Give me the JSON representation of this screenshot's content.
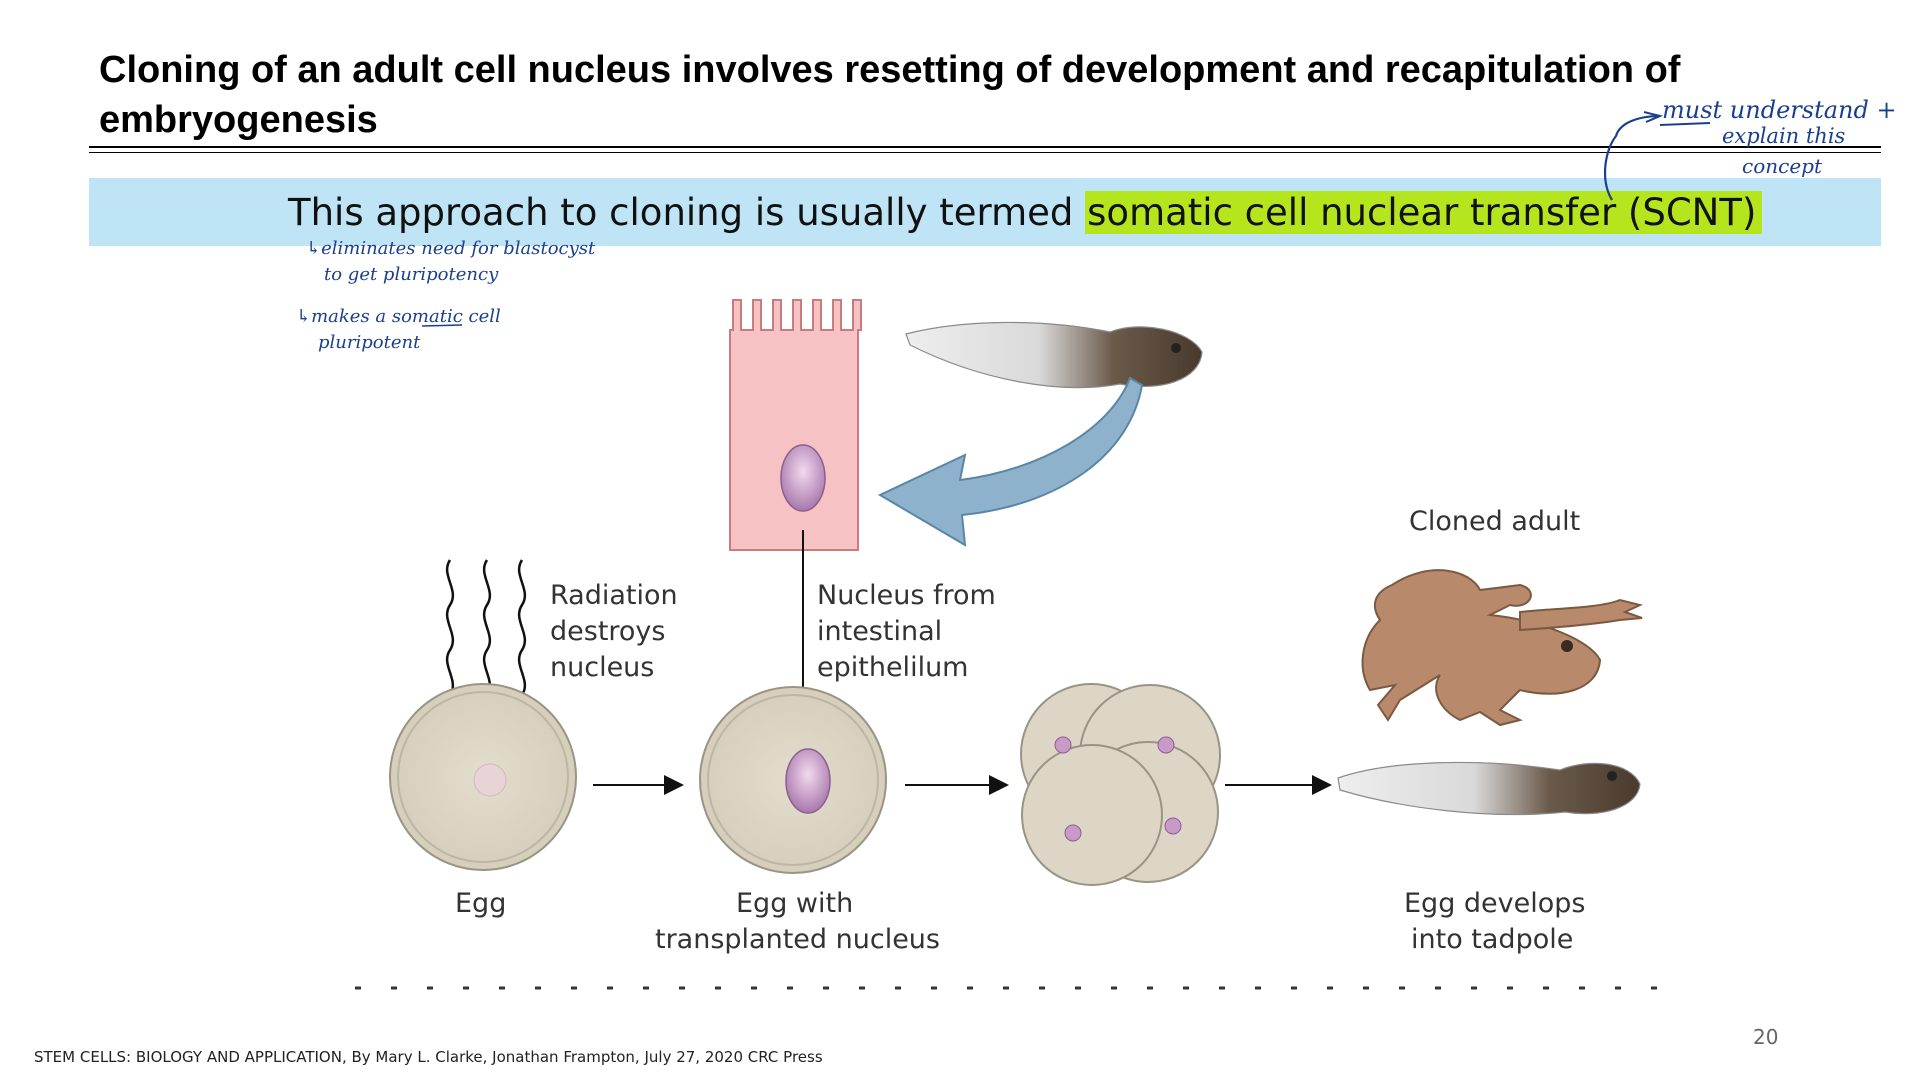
{
  "slide": {
    "title": "Cloning of an adult cell nucleus involves resetting of development and recapitulation of embryogenesis",
    "band_text_before": "This approach to cloning is usually termed ",
    "band_text_highlight": "somatic cell nuclear transfer (SCNT)",
    "footer": "STEM CELLS: BIOLOGY AND APPLICATION, By Mary L. Clarke, Jonathan Frampton, July 27, 2020 CRC Press",
    "page_number": "20"
  },
  "annotations": {
    "note_top_right_1": "must understand +",
    "note_top_right_2": "explain this",
    "note_top_right_3": "concept",
    "note_left_1": "↳eliminates need for blastocyst",
    "note_left_2": "to get pluripotency",
    "note_left_3": "↳makes a somatic cell",
    "note_left_4": "pluripotent"
  },
  "figure": {
    "label_radiation_1": "Radiation",
    "label_radiation_2": "destroys",
    "label_radiation_3": "nucleus",
    "label_nucleus_1": "Nucleus from",
    "label_nucleus_2": "intestinal",
    "label_nucleus_3": "epithelilum",
    "label_cloned_adult": "Cloned adult",
    "label_egg": "Egg",
    "label_egg_with_1": "Egg with",
    "label_egg_with_2": "transplanted nucleus",
    "label_develops_1": "Egg develops",
    "label_develops_2": "into tadpole",
    "colors": {
      "egg_fill": "#ddd6c6",
      "nucleus": "#b889b8",
      "cell": "#f7c2c3",
      "arrow_blue": "#8eb2cc",
      "frog": "#b8896a"
    }
  }
}
